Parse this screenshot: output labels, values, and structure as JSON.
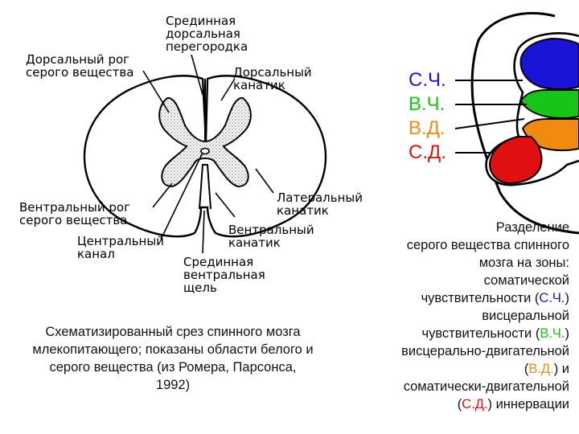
{
  "labels": {
    "median_dorsal_septum": "Срединная\nдорсальная\nперегородка",
    "dorsal_horn": "Дорсальный рог\nсерого вещества",
    "dorsal_funiculus": "Дорсальный\nканатик",
    "lateral_funiculus": "Латеральный\nканатик",
    "ventral_horn": "Вентральный рог\nсерого вещества",
    "central_canal": "Центральный\nканал",
    "ventral_funiculus": "Вентральный\nканатик",
    "median_ventral_fissure": "Срединная\nвентральная\nщель"
  },
  "caption_left": "Схематизированный срез спинного мозга млекопитающего; показаны области белого и серого вещества (из Ромера, Парсонса, 1992)",
  "zones": [
    {
      "text": "С.Ч.",
      "color": "#1a14d6"
    },
    {
      "text": "В.Ч.",
      "color": "#18c418"
    },
    {
      "text": "В.Д.",
      "color": "#f08a10"
    },
    {
      "text": "С.Д.",
      "color": "#e01010"
    }
  ],
  "caption_right": {
    "l1": "Разделение",
    "l2": "серого вещества спинного",
    "l3": "мозга на зоны:",
    "l4": "соматической",
    "l5_pre": "чувствительности (",
    "l5_code": "С.Ч.",
    "l5_post": ")",
    "l6": "висцеральной",
    "l7_pre": "чувствительности (",
    "l7_code": "В.Ч.",
    "l7_post": ")",
    "l8": "висцерально-двигательной",
    "l9_pre": "(",
    "l9_code": "В.Д.",
    "l9_post": ") и",
    "l10": "соматически-двигательной",
    "l11_pre": "(",
    "l11_code": "С.Д.",
    "l11_post": ") иннервации"
  }
}
